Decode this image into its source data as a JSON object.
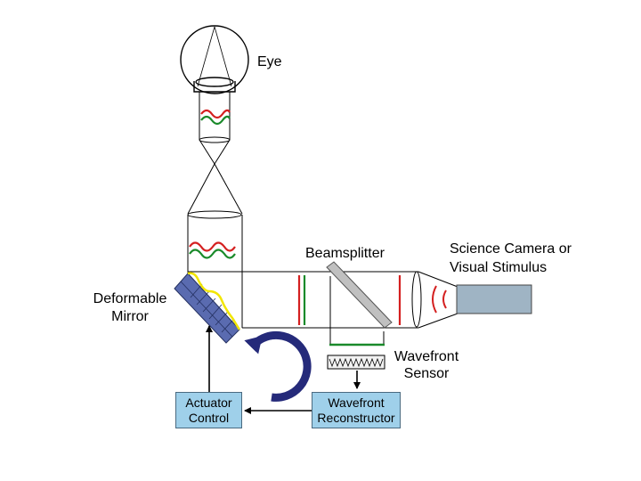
{
  "labels": {
    "eye": "Eye",
    "beamsplitter": "Beamsplitter",
    "science_camera_line1": "Science Camera or",
    "science_camera_line2": "Visual Stimulus",
    "deformable_mirror_line1": "Deformable",
    "deformable_mirror_line2": "Mirror",
    "wavefront_sensor_line1": "Wavefront",
    "wavefront_sensor_line2": "Sensor"
  },
  "boxes": {
    "actuator_control_line1": "Actuator",
    "actuator_control_line2": "Control",
    "wavefront_reconstructor_line1": "Wavefront",
    "wavefront_reconstructor_line2": "Reconstructor"
  },
  "colors": {
    "box_fill": "#9fd0ea",
    "mirror_fill": "#5a6bb0",
    "mirror_surface": "#f2e600",
    "wave_red": "#d42020",
    "wave_green": "#1a8a2a",
    "loop_arrow": "#252a7a",
    "camera_fill": "#9fb4c4"
  }
}
